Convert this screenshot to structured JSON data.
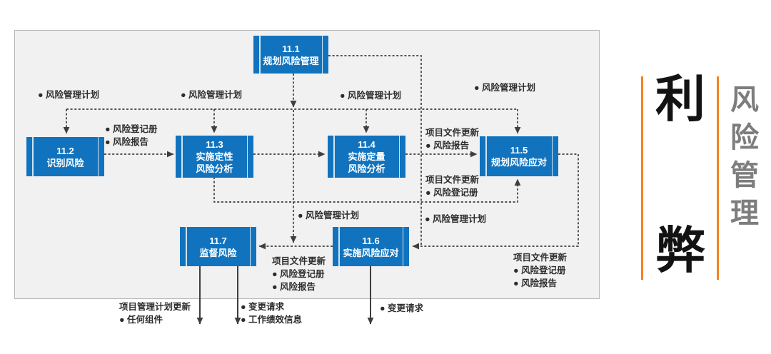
{
  "diagram": {
    "nodes": [
      {
        "id": "11.1",
        "name_lines": [
          "规划风险管理"
        ]
      },
      {
        "id": "11.2",
        "name_lines": [
          "识别风险"
        ]
      },
      {
        "id": "11.3",
        "name_lines": [
          "实施定性",
          "风险分析"
        ]
      },
      {
        "id": "11.4",
        "name_lines": [
          "实施定量",
          "风险分析"
        ]
      },
      {
        "id": "11.5",
        "name_lines": [
          "规划风险应对"
        ]
      },
      {
        "id": "11.6",
        "name_lines": [
          "实施风险应对"
        ]
      },
      {
        "id": "11.7",
        "name_lines": [
          "监督风险"
        ]
      }
    ],
    "labels": [
      {
        "lines": [
          "● 风险管理计划"
        ]
      },
      {
        "lines": [
          "● 风险管理计划"
        ]
      },
      {
        "lines": [
          "● 风险管理计划"
        ]
      },
      {
        "lines": [
          "● 风险管理计划"
        ]
      },
      {
        "lines": [
          "● 风险登记册",
          "● 风险报告"
        ]
      },
      {
        "lines": [
          "项目文件更新",
          "● 风险报告"
        ]
      },
      {
        "lines": [
          "项目文件更新",
          "● 风险登记册"
        ]
      },
      {
        "lines": [
          "● 风险管理计划"
        ]
      },
      {
        "lines": [
          "● 风险管理计划"
        ]
      },
      {
        "lines": [
          "项目文件更新",
          "● 风险登记册",
          "● 风险报告"
        ]
      },
      {
        "lines": [
          "项目文件更新",
          "● 风险登记册",
          "● 风险报告"
        ]
      },
      {
        "lines": [
          "项目管理计划更新",
          "● 任何组件"
        ]
      },
      {
        "lines": [
          "● 变更请求",
          "● 工作绩效信息"
        ]
      },
      {
        "lines": [
          "● 变更请求"
        ]
      }
    ]
  },
  "sidebar": {
    "char_top": "利",
    "char_bottom": "弊",
    "vertical_title": "风险管理"
  },
  "colors": {
    "node_blue": "#1173be",
    "panel_bg": "#f1f1f1",
    "accent_orange": "#f5831f",
    "wire_gray": "#3e3e3e",
    "side_title_gray": "#7d7d7d"
  }
}
